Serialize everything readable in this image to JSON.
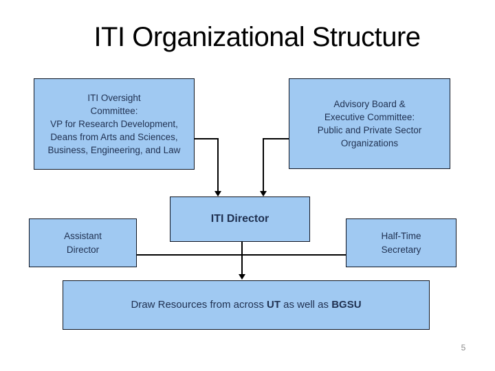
{
  "slide": {
    "title": "ITI Organizational Structure",
    "page_number": "5",
    "colors": {
      "background": "#FFFFFF",
      "box_fill": "#A0C9F2",
      "box_border": "#0D1320",
      "box_text": "#1F3050",
      "title_text": "#000000",
      "connector": "#000000",
      "page_number_text": "#8A8A8A"
    },
    "boxes": {
      "oversight_committee": {
        "text": "ITI Oversight\nCommittee:\nVP for Research Development,\nDeans from Arts and Sciences,\nBusiness, Engineering, and Law"
      },
      "advisory_board": {
        "text": "Advisory Board &\nExecutive Committee:\nPublic and Private Sector\nOrganizations"
      },
      "iti_director": {
        "text": "ITI Director"
      },
      "assistant_director": {
        "text": "Assistant\nDirector"
      },
      "half_time_secretary": {
        "text": "Half-Time\nSecretary"
      },
      "draw_resources": {
        "segments": [
          {
            "text": "Draw Resources from across ",
            "bold": false
          },
          {
            "text": "UT",
            "bold": true
          },
          {
            "text": " as well as ",
            "bold": false
          },
          {
            "text": "BGSU",
            "bold": true
          }
        ]
      }
    }
  }
}
